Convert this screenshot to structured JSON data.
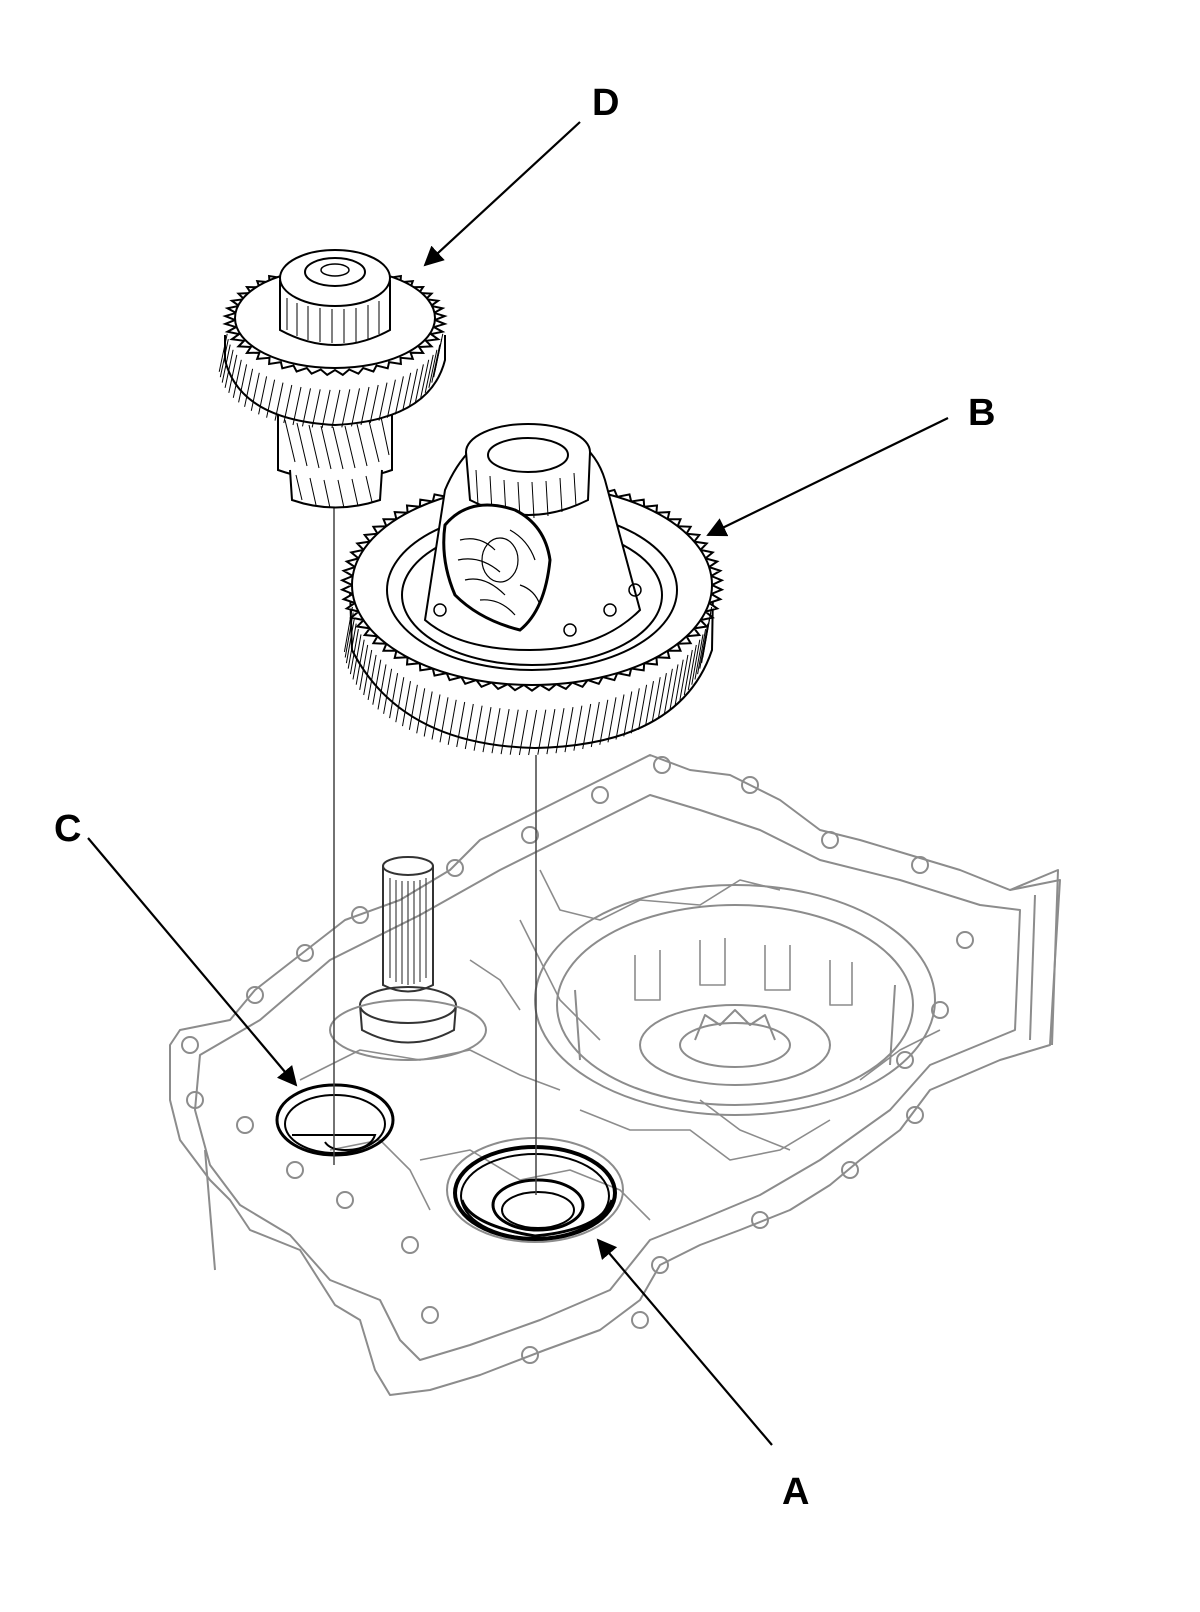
{
  "callouts": {
    "a": "A",
    "b": "B",
    "c": "C",
    "d": "D"
  },
  "colors": {
    "line": "#000000",
    "housing_line": "#8c8c8c",
    "background": "#ffffff"
  }
}
